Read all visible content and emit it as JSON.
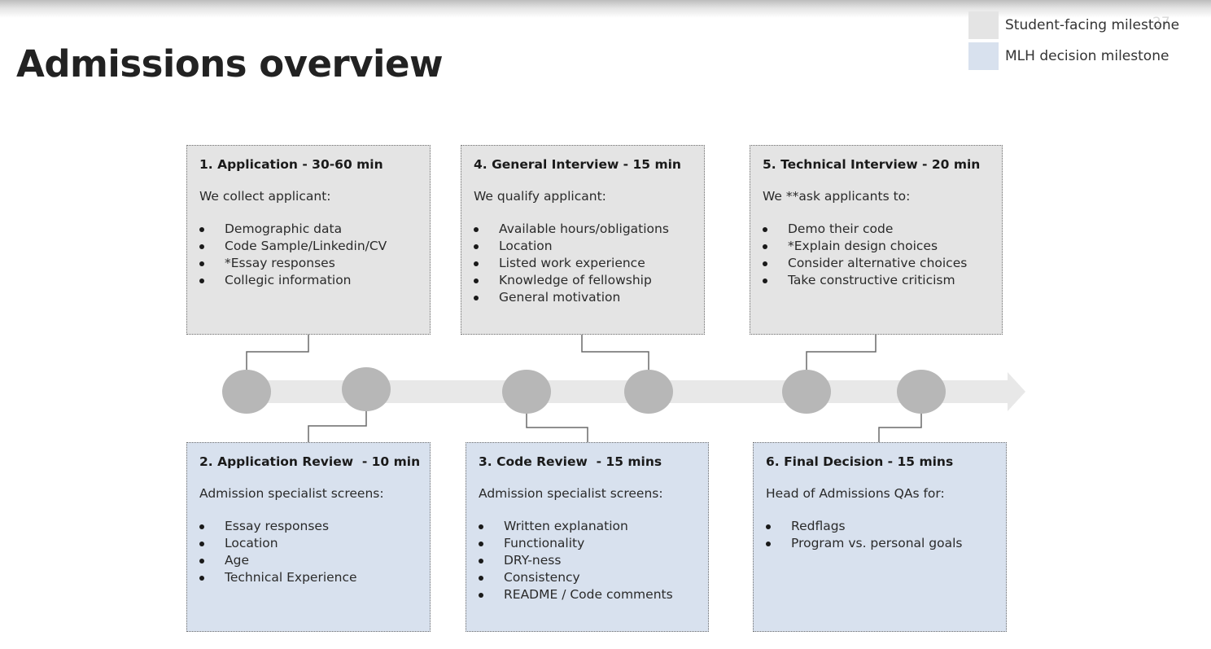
{
  "title": "Admissions overview",
  "page_number": "27",
  "colors": {
    "student_facing": "#e4e4e4",
    "mlh_decision": "#d8e1ee",
    "timeline_bar": "#e8e8e8",
    "milestone_circle": "#b7b7b7",
    "connector": "#6a6a6a"
  },
  "legend": [
    {
      "label": "Student-facing milestone",
      "color": "#e4e4e4"
    },
    {
      "label": "MLH decision milestone",
      "color": "#d8e1ee"
    }
  ],
  "steps": [
    {
      "title": "1. Application - 30-60 min",
      "intro": "We collect applicant:",
      "items": [
        "Demographic data",
        "Code Sample/Linkedin/CV",
        "*Essay responses",
        "Collegic information"
      ],
      "kind": "student"
    },
    {
      "title": "4. General Interview - 15 min",
      "intro": "We qualify applicant:",
      "items": [
        "Available hours/obligations",
        "Location",
        "Listed work experience",
        "Knowledge of fellowship",
        "General motivation"
      ],
      "kind": "student"
    },
    {
      "title": "5. Technical Interview - 20 min",
      "intro": "We **ask applicants to:",
      "items": [
        "Demo their code",
        "*Explain design choices",
        "Consider alternative choices",
        "Take constructive criticism"
      ],
      "kind": "student"
    },
    {
      "title": "2. Application Review  - 10 min",
      "intro": "Admission specialist screens:",
      "items": [
        "Essay responses",
        "Location",
        "Age",
        "Technical Experience"
      ],
      "kind": "mlh"
    },
    {
      "title": "3. Code Review  - 15 mins",
      "intro": "Admission specialist screens:",
      "items": [
        "Written explanation",
        "Functionality",
        "DRY-ness",
        "Consistency",
        "README / Code comments"
      ],
      "kind": "mlh"
    },
    {
      "title": "6. Final Decision - 15 mins",
      "intro": "Head of Admissions QAs for:",
      "items": [
        "Redflags",
        "Program vs. personal goals"
      ],
      "kind": "mlh"
    }
  ]
}
